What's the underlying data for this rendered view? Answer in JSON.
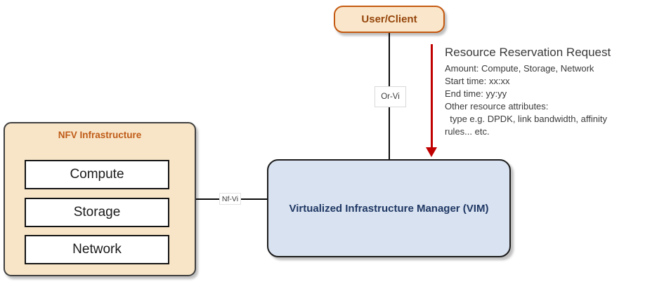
{
  "colors": {
    "node_fill_cream": "#FAE7CB",
    "user_client_border": "#C45911",
    "user_client_text": "#96460D",
    "nfvi_title_text": "#BF5B17",
    "vim_fill": "#D9E2F0",
    "vim_text": "#1F3864",
    "connector_line": "#0A0A0A",
    "request_arrow_red": "#C00000",
    "annotation_text": "#3A3A3A"
  },
  "nodes": {
    "user_client": {
      "label": "User/Client"
    },
    "nfv_infrastructure": {
      "title": "NFV Infrastructure",
      "items": [
        {
          "label": "Compute"
        },
        {
          "label": "Storage"
        },
        {
          "label": "Network"
        }
      ]
    },
    "vim": {
      "label": "Virtualized Infrastructure Manager (VIM)"
    }
  },
  "connectors": {
    "or_vi": {
      "label": "Or-Vi"
    },
    "nf_vi": {
      "label": "Nf-Vi"
    }
  },
  "annotation": {
    "title": "Resource Reservation Request",
    "lines": [
      "Amount: Compute, Storage, Network",
      "Start time: xx:xx",
      "End time: yy:yy",
      "Other resource attributes:",
      "  type e.g. DPDK, link bandwidth, affinity",
      "rules... etc."
    ]
  }
}
